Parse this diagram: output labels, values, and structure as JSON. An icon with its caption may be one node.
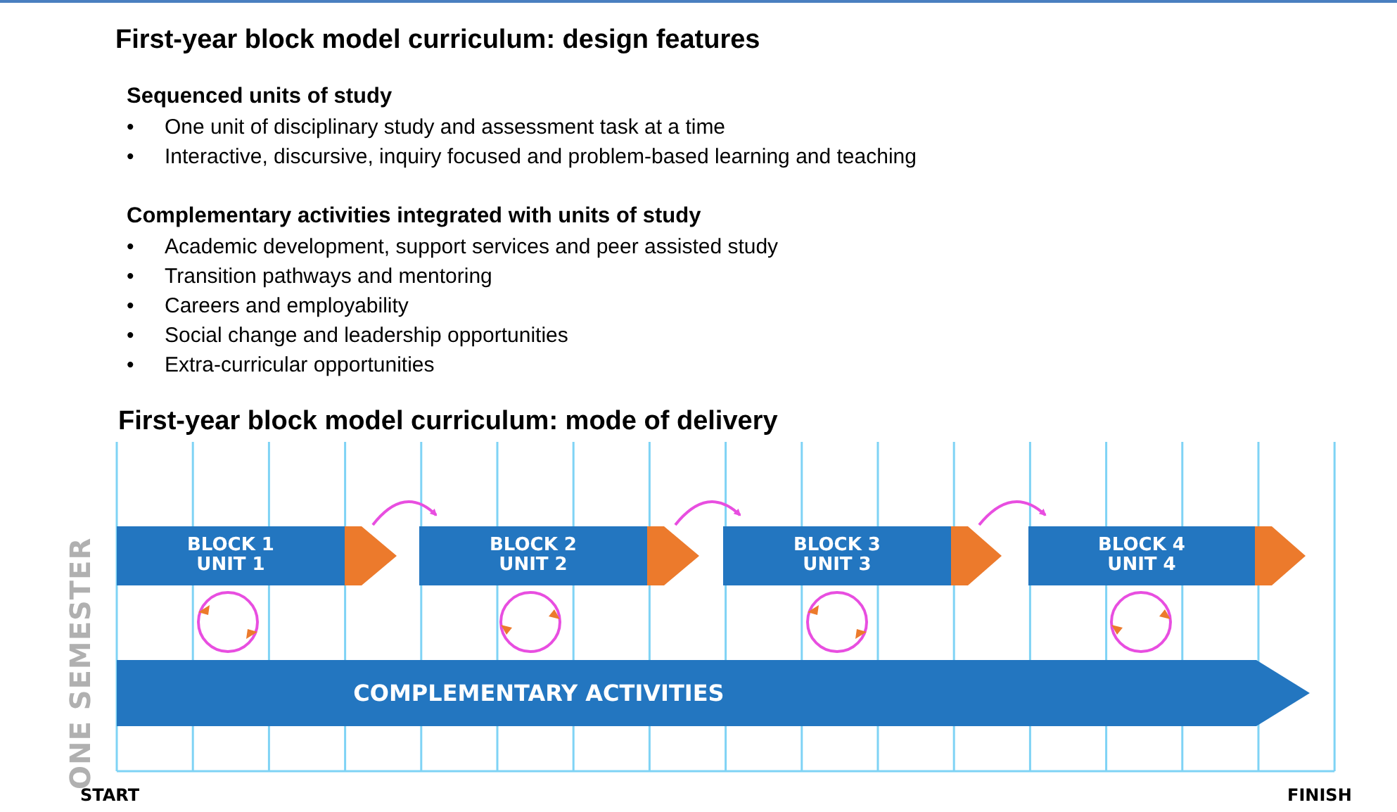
{
  "diagram": {
    "title": "First-year block model curriculum: design features",
    "nodes": [
      {
        "text": [
          "BLOCK 1 UNIT 1"
        ]
      },
      {
        "text": [
          "BLOCK 2 UNIT 2"
        ]
      },
      {
        "text": [
          "BLOCK 3 UNIT 3"
        ]
      },
      {
        "text": [
          "BLOCK 4 UNIT 4"
        ]
      },
      {
        "text": [
          "COMPLEMENTARY ACTIVITIES"
        ]
      }
    ],
    "edges": [
      {
        "from": 0,
        "to": 1,
        "arrow": "to",
        "color": "#e84ee0"
      },
      {
        "from": 1,
        "to": 2,
        "arrow": "to",
        "color": "#e84ee0"
      },
      {
        "from": 2,
        "to": 3,
        "arrow": "to",
        "color": "#e84ee0"
      }
    ],
    "labels": [
      "Sequenced units of study",
      "•",
      "One unit of disciplinary study and assessment task at a time",
      "•",
      "Interactive, discursive, inquiry focused and problem-based learning and teaching",
      "Complementary activities integrated with units of study",
      "•",
      "Academic development, support services and peer assisted study",
      "•",
      "Transition pathways and mentoring",
      "•",
      "Careers and employability",
      "•",
      "Social change and leadership opportunities",
      "•",
      "Extra-curricular opportunities",
      "First-year block model curriculum: mode of delivery",
      "ONE SEMESTER",
      "START",
      "FINISH"
    ]
  }
}
